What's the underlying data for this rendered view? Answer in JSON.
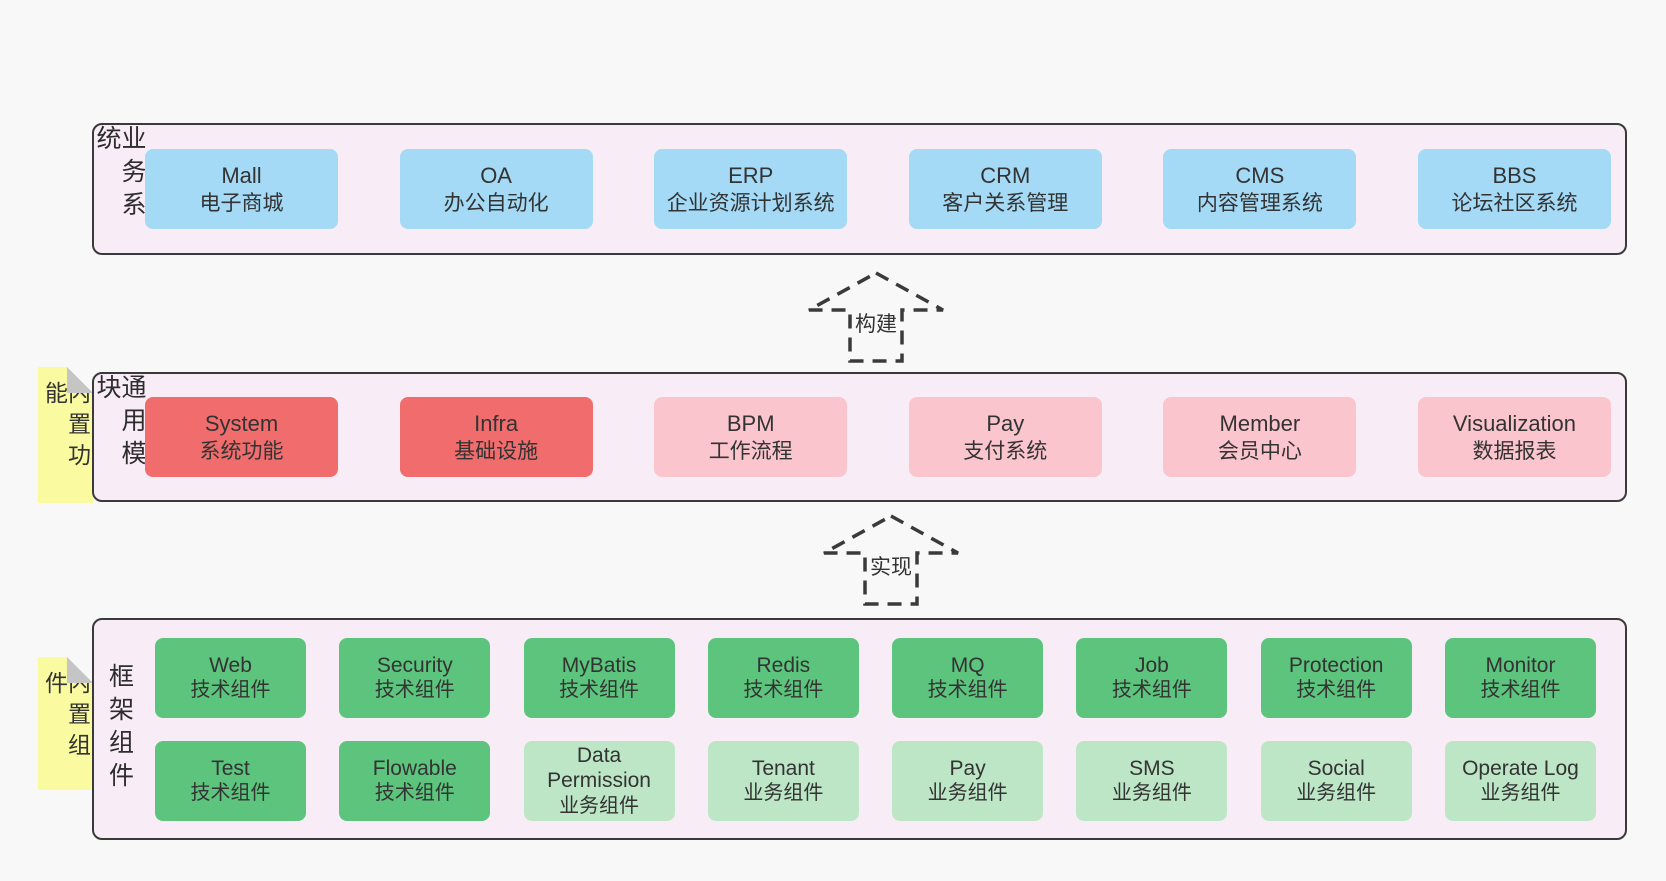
{
  "page": {
    "background": "#f8f8f8"
  },
  "palette": {
    "band_bg": "#f8edf6",
    "band_border": "#3a3a3a",
    "blue": "#a4daf6",
    "red": "#f16c6c",
    "pink": "#fbc5ce",
    "green": "#5cc47c",
    "light_green": "#bce6c6",
    "note_yellow": "#fafaa0",
    "note_fold": "#c5c5c5",
    "text": "#333333"
  },
  "arrows": [
    {
      "label": "构建"
    },
    {
      "label": "实现"
    }
  ],
  "bands": [
    {
      "label": "业务系统",
      "rows": [
        [
          {
            "title": "Mall",
            "subtitle": "电子商城",
            "variant": "blue"
          },
          {
            "title": "OA",
            "subtitle": "办公自动化",
            "variant": "blue"
          },
          {
            "title": "ERP",
            "subtitle": "企业资源计划系统",
            "variant": "blue"
          },
          {
            "title": "CRM",
            "subtitle": "客户关系管理",
            "variant": "blue"
          },
          {
            "title": "CMS",
            "subtitle": "内容管理系统",
            "variant": "blue"
          },
          {
            "title": "BBS",
            "subtitle": "论坛社区系统",
            "variant": "blue"
          }
        ]
      ]
    },
    {
      "label": "通用模块",
      "note": "内置功能",
      "rows": [
        [
          {
            "title": "System",
            "subtitle": "系统功能",
            "variant": "red"
          },
          {
            "title": "Infra",
            "subtitle": "基础设施",
            "variant": "red"
          },
          {
            "title": "BPM",
            "subtitle": "工作流程",
            "variant": "pink"
          },
          {
            "title": "Pay",
            "subtitle": "支付系统",
            "variant": "pink"
          },
          {
            "title": "Member",
            "subtitle": "会员中心",
            "variant": "pink"
          },
          {
            "title": "Visualization",
            "subtitle": "数据报表",
            "variant": "pink"
          }
        ]
      ]
    },
    {
      "label": "框架组件",
      "note": "内置组件",
      "rows": [
        [
          {
            "title": "Web",
            "subtitle": "技术组件",
            "variant": "green"
          },
          {
            "title": "Security",
            "subtitle": "技术组件",
            "variant": "green"
          },
          {
            "title": "MyBatis",
            "subtitle": "技术组件",
            "variant": "green"
          },
          {
            "title": "Redis",
            "subtitle": "技术组件",
            "variant": "green"
          },
          {
            "title": "MQ",
            "subtitle": "技术组件",
            "variant": "green"
          },
          {
            "title": "Job",
            "subtitle": "技术组件",
            "variant": "green"
          },
          {
            "title": "Protection",
            "subtitle": "技术组件",
            "variant": "green"
          },
          {
            "title": "Monitor",
            "subtitle": "技术组件",
            "variant": "green"
          }
        ],
        [
          {
            "title": "Test",
            "subtitle": "技术组件",
            "variant": "green"
          },
          {
            "title": "Flowable",
            "subtitle": "技术组件",
            "variant": "green"
          },
          {
            "title": "Data Permission",
            "subtitle": "业务组件",
            "variant": "light_green"
          },
          {
            "title": "Tenant",
            "subtitle": "业务组件",
            "variant": "light_green"
          },
          {
            "title": "Pay",
            "subtitle": "业务组件",
            "variant": "light_green"
          },
          {
            "title": "SMS",
            "subtitle": "业务组件",
            "variant": "light_green"
          },
          {
            "title": "Social",
            "subtitle": "业务组件",
            "variant": "light_green"
          },
          {
            "title": "Operate Log",
            "subtitle": "业务组件",
            "variant": "light_green"
          }
        ]
      ]
    }
  ]
}
